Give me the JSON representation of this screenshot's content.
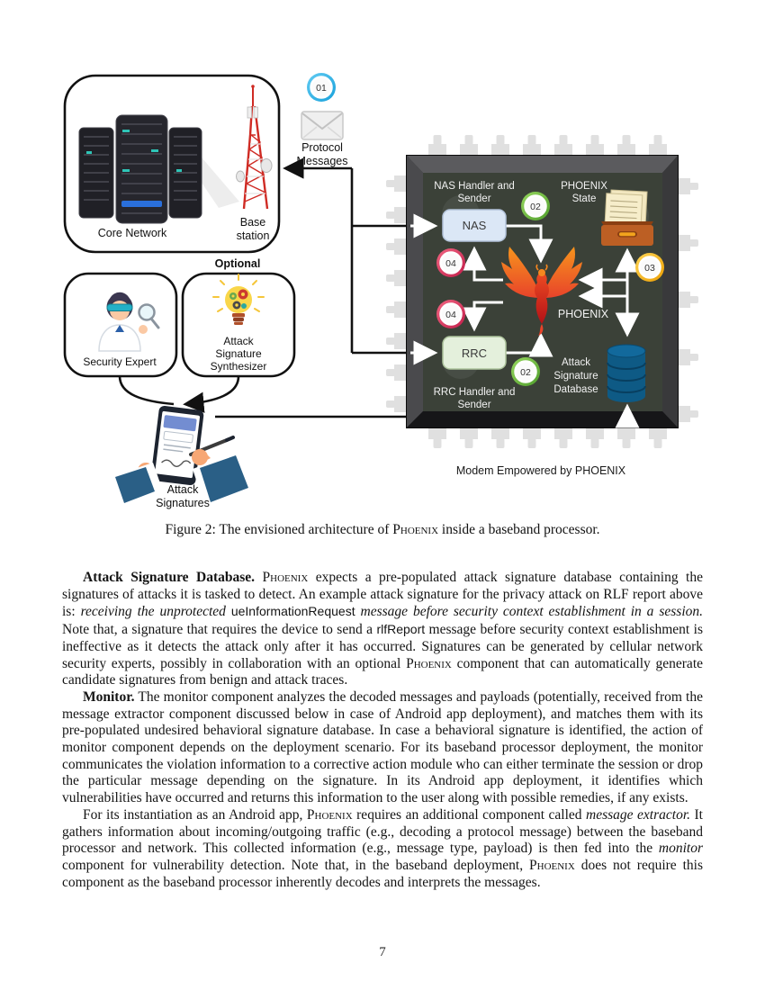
{
  "figure": {
    "protocol": {
      "badge": "01",
      "label1": "Protocol",
      "label2": "Messages"
    },
    "network": {
      "core": "Core Network",
      "base1": "Base",
      "base2": "station"
    },
    "optional_label": "Optional",
    "expert_label": "Security Expert",
    "synth": {
      "l1": "Attack",
      "l2": "Signature",
      "l3": "Synthesizer"
    },
    "signatures": {
      "l1": "Attack",
      "l2": "Signatures"
    },
    "chip": {
      "nas_handler1": "NAS Handler and",
      "nas_handler2": "Sender",
      "state1": "PHOENIX",
      "state2": "State",
      "nas": "NAS",
      "rrc": "RRC",
      "phoenix": "PHOENIX",
      "db1": "Attack",
      "db2": "Signature",
      "db3": "Database",
      "rrc_handler1": "RRC Handler and",
      "rrc_handler2": "Sender",
      "badge02": "02",
      "badge03": "03",
      "badge04": "04"
    },
    "modem_caption": "Modem Empowered by PHOENIX"
  },
  "colors": {
    "badge_blue": "#2bb3e8",
    "badge_green": "#62b33a",
    "badge_yellow": "#f2a808",
    "badge_red": "#d8294f",
    "pcb": "#3b4138",
    "nas_box": "#dbe7f6",
    "rrc_box": "#e4f0dc",
    "database_blue": "#0e5a85",
    "drawer_orange": "#bc5f24",
    "phoenix_orange": "#f7941d",
    "phoenix_red": "#d81d20"
  },
  "caption": {
    "segments": [
      {
        "style": "plain",
        "text": "Figure 2: The envisioned architecture of "
      },
      {
        "style": "sc",
        "text": "Phoenix"
      },
      {
        "style": "plain",
        "text": " inside a baseband processor."
      }
    ]
  },
  "body": {
    "paragraphs": [
      {
        "segments": [
          {
            "style": "bold",
            "text": "Attack Signature Database."
          },
          {
            "style": "plain",
            "text": " "
          },
          {
            "style": "sc",
            "text": "Phoenix"
          },
          {
            "style": "plain",
            "text": " expects a pre-populated attack signature database containing the signatures of attacks it is tasked to detect. An example attack signature for the privacy attack on RLF report above is: "
          },
          {
            "style": "italic",
            "text": "receiving the unprotected "
          },
          {
            "style": "sans",
            "text": "ueInformationRequest"
          },
          {
            "style": "italic",
            "text": " message before security context establishment in a session."
          },
          {
            "style": "plain",
            "text": " Note that, a signature that requires the device to send a "
          },
          {
            "style": "sans",
            "text": "rlfReport"
          },
          {
            "style": "plain",
            "text": " message before security context establishment is ineffective as it detects the attack only after it has occurred. Signatures can be generated by cellular network security experts, possibly in collaboration with an optional "
          },
          {
            "style": "sc",
            "text": "Phoenix"
          },
          {
            "style": "plain",
            "text": " component that can automatically generate candidate signatures from benign and attack traces."
          }
        ]
      },
      {
        "segments": [
          {
            "style": "bold",
            "text": "Monitor."
          },
          {
            "style": "plain",
            "text": " The monitor component analyzes the decoded messages and payloads (potentially, received from the message extractor component discussed below in case of Android app deployment), and matches them with its pre-populated undesired behavioral signature database. In case a behavioral signature is identified, the action of monitor component depends on the deployment scenario. For its baseband processor deployment, the monitor communicates the violation information to a corrective action module who can either terminate the session or drop the particular message depending on the signature. In its Android app deployment, it identifies which vulnerabilities have occurred and returns this information to the user along with possible remedies, if any exists."
          }
        ]
      },
      {
        "segments": [
          {
            "style": "plain",
            "text": "For its instantiation as an Android app, "
          },
          {
            "style": "sc",
            "text": "Phoenix"
          },
          {
            "style": "plain",
            "text": " requires an additional component called "
          },
          {
            "style": "italic",
            "text": "message extractor."
          },
          {
            "style": "plain",
            "text": " It gathers information about incoming/outgoing traffic (e.g., decoding a protocol message) between the baseband processor and network. This collected information (e.g., message type, payload) is then fed into the "
          },
          {
            "style": "italic",
            "text": "monitor"
          },
          {
            "style": "plain",
            "text": " component for vulnerability detection. Note that, in the baseband deployment, "
          },
          {
            "style": "sc",
            "text": "Phoenix"
          },
          {
            "style": "plain",
            "text": " does not require this component as the baseband processor inherently decodes and interprets the messages."
          }
        ]
      }
    ]
  },
  "page": {
    "number": "7"
  }
}
